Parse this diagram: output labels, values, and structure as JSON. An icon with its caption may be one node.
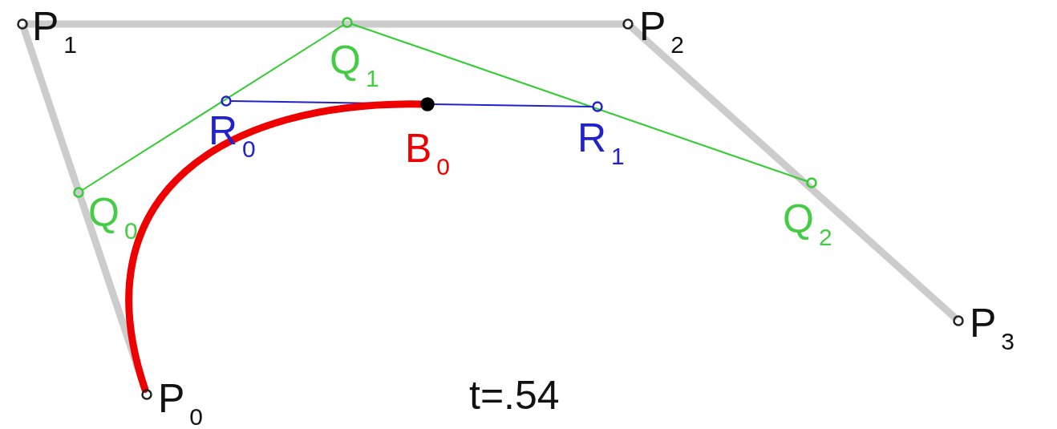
{
  "diagram": {
    "nodes": [
      {
        "text": [],
        "shape": "circle",
        "beside": [
          "P$_{1}$"
        ]
      },
      {
        "text": [],
        "shape": "circle",
        "beside": [
          "Q$_{1}$"
        ]
      },
      {
        "text": [],
        "shape": "circle",
        "beside": [
          "P$_{2}$"
        ]
      },
      {
        "text": [],
        "shape": "circle",
        "beside": [
          "R$_{0}$"
        ]
      },
      {
        "text": [],
        "shape": "circle",
        "beside": [
          "B$_{0}$"
        ]
      },
      {
        "text": [],
        "shape": "circle",
        "beside": [
          "R$_{1}$"
        ]
      },
      {
        "text": [],
        "shape": "circle",
        "beside": [
          "Q$_{0}$"
        ]
      },
      {
        "text": [],
        "shape": "circle",
        "beside": [
          "Q$_{2}$"
        ]
      },
      {
        "text": [],
        "shape": "circle",
        "beside": [
          "P$_{3}$"
        ]
      },
      {
        "text": [],
        "shape": "circle",
        "beside": [
          "P$_{0}$"
        ]
      }
    ],
    "edges": [
      {
        "from": 9,
        "to": 0,
        "arrow": "none"
      },
      {
        "from": 0,
        "to": 2,
        "arrow": "none"
      },
      {
        "from": 2,
        "to": 8,
        "arrow": "none"
      },
      {
        "from": 6,
        "to": 1,
        "arrow": "none",
        "color": "#33cc33"
      },
      {
        "from": 1,
        "to": 7,
        "arrow": "none",
        "color": "#33cc33"
      },
      {
        "from": 3,
        "to": 5,
        "arrow": "none",
        "color": "#2222cc"
      },
      {
        "from": 9,
        "to": 4,
        "arrow": "none",
        "color": "#ee0000"
      }
    ],
    "labels": [
      "t=.54"
    ]
  }
}
